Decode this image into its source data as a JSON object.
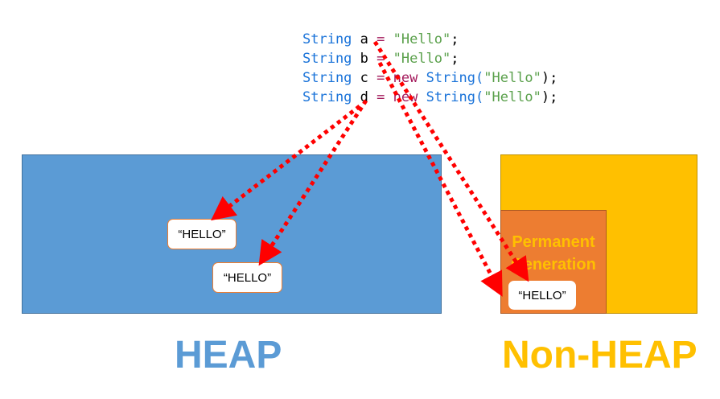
{
  "code": [
    {
      "type": "String",
      "var": "a",
      "op": "=",
      "new": "",
      "value": "\"Hello\"",
      "end": ";"
    },
    {
      "type": "String",
      "var": "b",
      "op": "=",
      "new": "",
      "value": "\"Hello\"",
      "end": ";"
    },
    {
      "type": "String",
      "var": "c",
      "op": "=",
      "new": "new",
      "ctor": "String(",
      "value": "\"Hello\"",
      "end": ");"
    },
    {
      "type": "String",
      "var": "d",
      "op": "=",
      "new": "new",
      "ctor": "String(",
      "value": "\"Hello\"",
      "end": ");"
    }
  ],
  "heap": {
    "label": "HEAP",
    "objects": [
      "“HELLO”",
      "“HELLO”"
    ],
    "color": "#5b9bd5"
  },
  "nonheap": {
    "label": "Non-HEAP",
    "color": "#ffc000",
    "perm_label_1": "Permanent",
    "perm_label_2": "Generation",
    "perm_color": "#ed7d31",
    "object": "“HELLO”"
  },
  "arrow_color": "#ff0000"
}
